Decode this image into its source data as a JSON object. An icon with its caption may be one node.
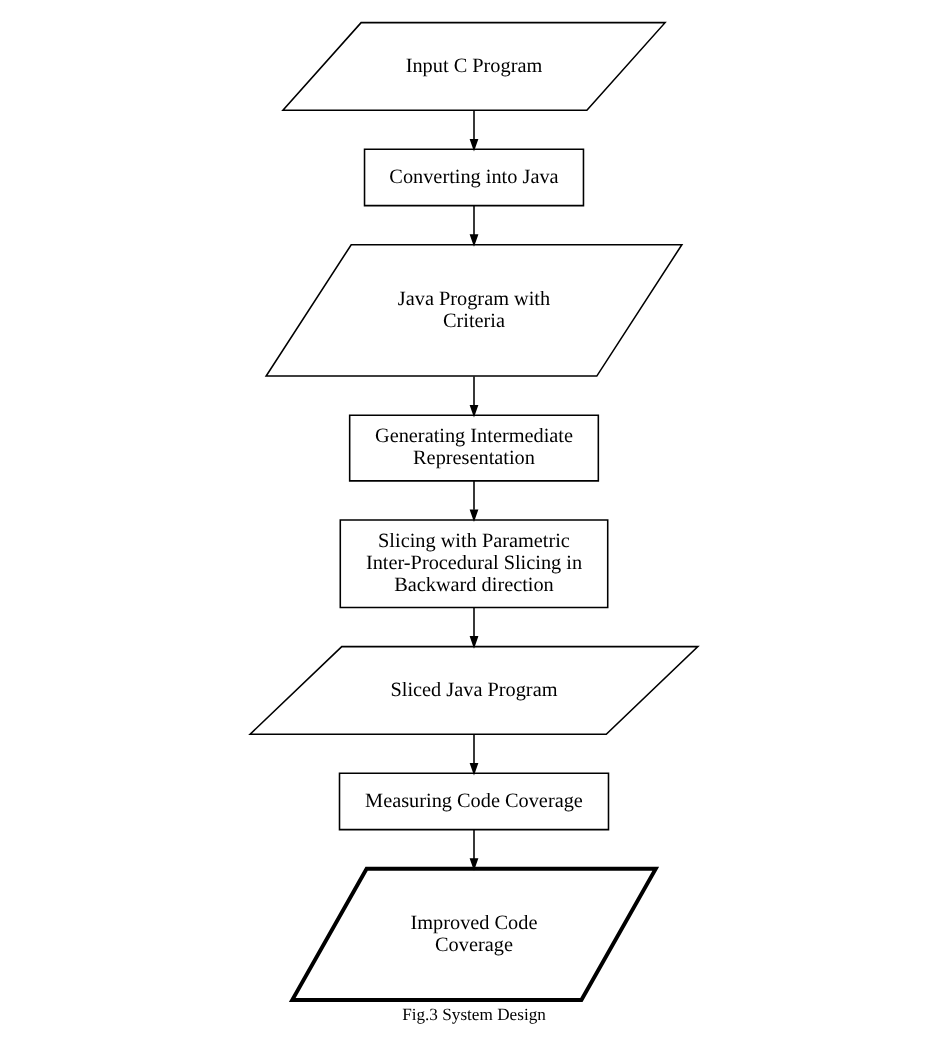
{
  "diagram": {
    "caption": "Fig.3 System Design",
    "nodes": [
      {
        "text": [
          "Input C Program"
        ]
      },
      {
        "text": [
          "Converting into Java"
        ]
      },
      {
        "text": [
          "Java Program with Criteria"
        ]
      },
      {
        "text": [
          "Generating Intermediate Representation"
        ]
      },
      {
        "text": [
          "Slicing with Parametric Inter-Procedural Slicing in Backward direction"
        ]
      },
      {
        "text": [
          "Sliced Java Program"
        ]
      },
      {
        "text": [
          "Measuring Code Coverage"
        ]
      },
      {
        "text": [
          "Improved Code Coverage"
        ]
      }
    ],
    "edges": [
      {
        "from": 0,
        "to": 1,
        "arrow": "to"
      },
      {
        "from": 1,
        "to": 2,
        "arrow": "to"
      },
      {
        "from": 2,
        "to": 3,
        "arrow": "to"
      },
      {
        "from": 3,
        "to": 4,
        "arrow": "to"
      },
      {
        "from": 4,
        "to": 5,
        "arrow": "to"
      },
      {
        "from": 5,
        "to": 6,
        "arrow": "to"
      },
      {
        "from": 6,
        "to": 7,
        "arrow": "to"
      }
    ]
  }
}
